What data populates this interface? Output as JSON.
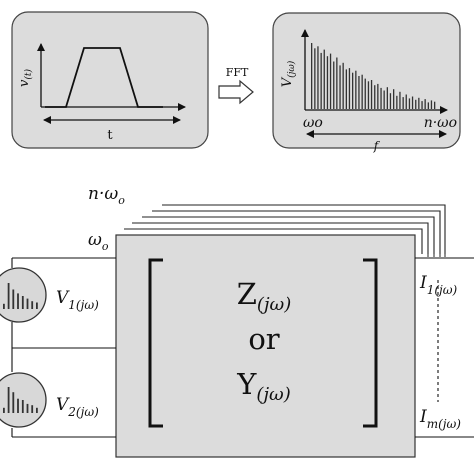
{
  "time_panel": {
    "y_label": "v",
    "y_label_sub": "(t)",
    "x_label": "t"
  },
  "arrow_label": "FFT",
  "freq_panel": {
    "y_label": "V",
    "y_label_sub": "(jω)",
    "x_start_label": "ωo",
    "x_end_label": "n·ωo",
    "x_label": "f",
    "spectrum_heights": [
      1.0,
      0.92,
      0.95,
      0.85,
      0.9,
      0.8,
      0.84,
      0.72,
      0.78,
      0.66,
      0.7,
      0.6,
      0.62,
      0.55,
      0.58,
      0.5,
      0.52,
      0.46,
      0.42,
      0.44,
      0.36,
      0.38,
      0.32,
      0.28,
      0.33,
      0.24,
      0.3,
      0.2,
      0.26,
      0.18,
      0.22,
      0.16,
      0.19,
      0.14,
      0.17,
      0.12,
      0.15,
      0.1,
      0.13,
      0.11
    ]
  },
  "network": {
    "top_label_n": "n·ω",
    "top_label_n_sub": "o",
    "front_label": "ω",
    "front_label_sub": "o",
    "matrix_line1": "Z",
    "matrix_line1_sub": "(jω)",
    "matrix_line2": "or",
    "matrix_line3": "Y",
    "matrix_line3_sub": "(jω)",
    "sources": [
      {
        "label": "V",
        "sub": "1(jω)",
        "bars": [
          0.2,
          1.0,
          0.75,
          0.6,
          0.5,
          0.4,
          0.3,
          0.25
        ]
      },
      {
        "label": "V",
        "sub": "2(jω)",
        "bars": [
          0.2,
          1.0,
          0.8,
          0.55,
          0.5,
          0.35,
          0.3,
          0.2
        ]
      }
    ],
    "currents": [
      {
        "label": "I",
        "sub": "1(jω)"
      },
      {
        "label": "I",
        "sub": "m(jω)"
      }
    ]
  }
}
